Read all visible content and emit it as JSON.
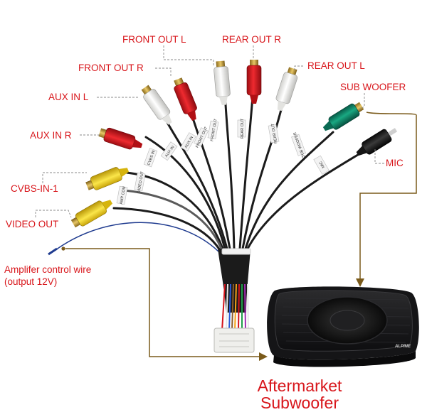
{
  "labels": {
    "front_out_l": "FRONT OUT L",
    "rear_out_r": "REAR OUT R",
    "front_out_r": "FRONT OUT R",
    "rear_out_l": "REAR OUT L",
    "aux_in_l": "AUX IN L",
    "sub_woofer": "SUB WOOFER",
    "aux_in_r": "AUX IN R",
    "mic": "MIC",
    "cvbs_in_1": "CVBS-IN-1",
    "video_out": "VIDEO OUT",
    "amp_line1": "Amplifer control wire",
    "amp_line2": "(output 12V)",
    "aftermarket": "Aftermarket",
    "subwoofer": "Subwoofer"
  },
  "cable_tags": {
    "front_out": "FRONT OUT",
    "rear_out": "REAR OUT",
    "aux_in": "AUX IN",
    "cvbs_in": "CVBS IN",
    "video_out": "VIDEO OUT",
    "amp_con": "AMP CON",
    "sub_woofer": "SUB WOOFER",
    "mic": "MIC"
  },
  "product": {
    "brand": "ALPINE"
  },
  "colors": {
    "label_red": "#d8161b",
    "arrow_brown": "#7a5a1a",
    "leader_gray": "#8a8a8a",
    "rca_white": "#f1f1ef",
    "rca_red": "#d4141b",
    "rca_yellow": "#f4d316",
    "rca_green": "#11856a",
    "wire_black": "#1b1b1b"
  }
}
